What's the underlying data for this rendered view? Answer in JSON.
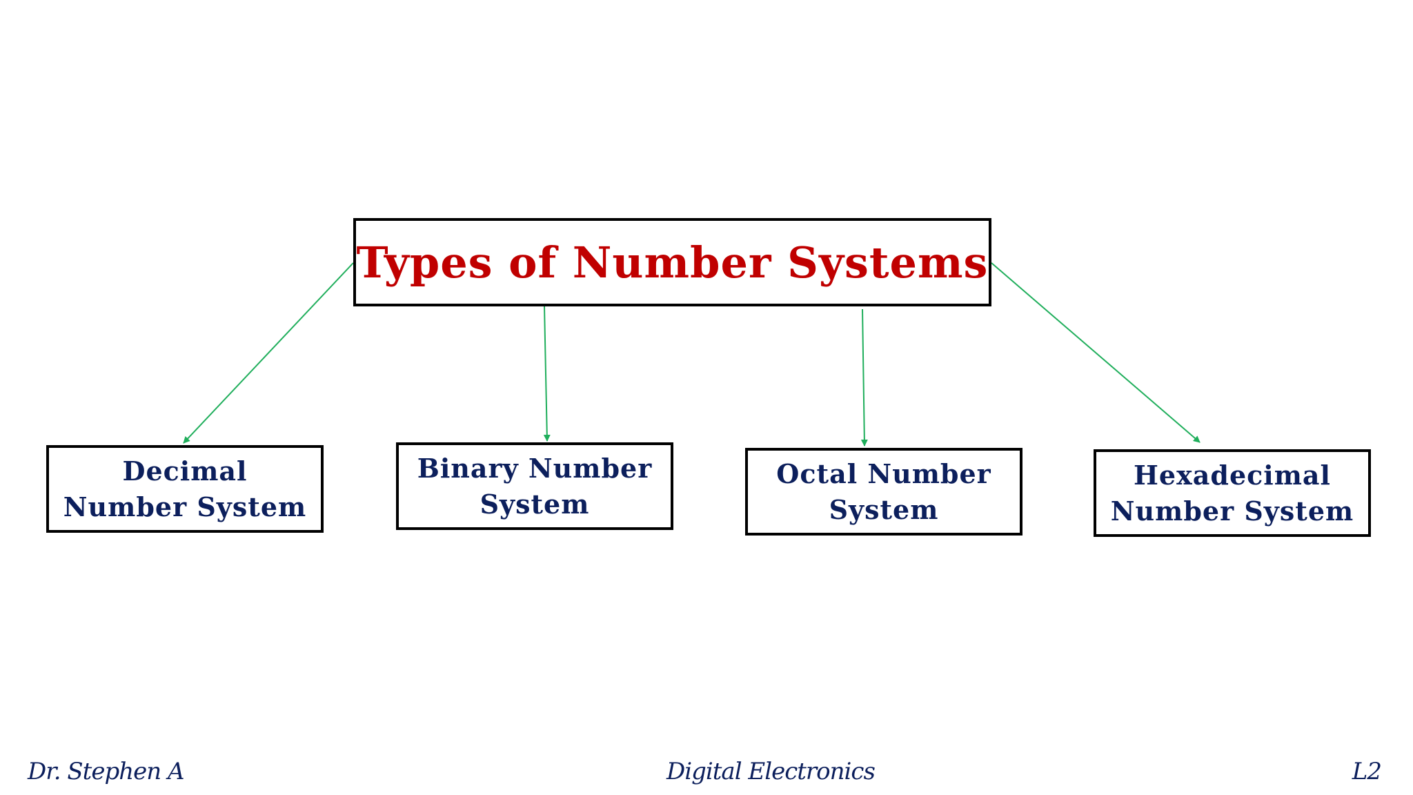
{
  "diagram": {
    "title": "Types of Number Systems",
    "children": [
      {
        "label": "Decimal\nNumber System"
      },
      {
        "label": "Binary Number\nSystem"
      },
      {
        "label": "Octal Number\nSystem"
      },
      {
        "label": "Hexadecimal\nNumber System"
      }
    ]
  },
  "footer": {
    "author": "Dr. Stephen A",
    "course": "Digital Electronics",
    "lecture": "L2"
  },
  "colors": {
    "title": "#c00000",
    "child_text": "#0c1f5c",
    "arrow": "#1fae5b",
    "border": "#000000",
    "footer_text": "#0c1f5c"
  }
}
